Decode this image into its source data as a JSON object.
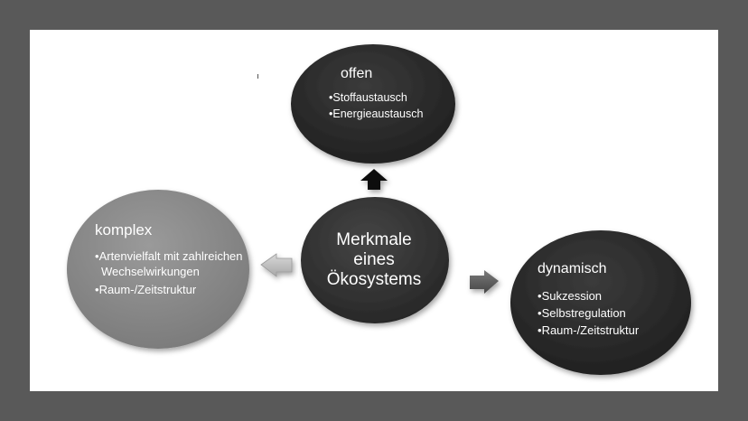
{
  "colors": {
    "background": "#595959",
    "slide": "#ffffff",
    "node_dark": "#2b2b2b",
    "node_mid": "#898989",
    "node_right": "#2e2e2e",
    "arrow_dark": "#111111",
    "arrow_light": "#bdbdbd",
    "arrow_mid": "#5c5c5c",
    "text": "#ffffff"
  },
  "center": {
    "lines": [
      "Merkmale",
      "eines",
      "Ökosystems"
    ]
  },
  "nodes": {
    "top": {
      "title": "offen",
      "items": [
        "Stoffaustausch",
        "Energieaustausch"
      ]
    },
    "left": {
      "title": "komplex",
      "items": [
        "Artenvielfalt mit zahlreichen Wechselwirkungen",
        "Raum-/Zeitstruktur"
      ]
    },
    "right": {
      "title": "dynamisch",
      "items": [
        "Sukzession",
        "Selbstregulation",
        "Raum-/Zeitstruktur"
      ]
    }
  },
  "arrows": {
    "up": "arrow-up-icon",
    "left": "arrow-left-icon",
    "right": "arrow-right-icon"
  }
}
